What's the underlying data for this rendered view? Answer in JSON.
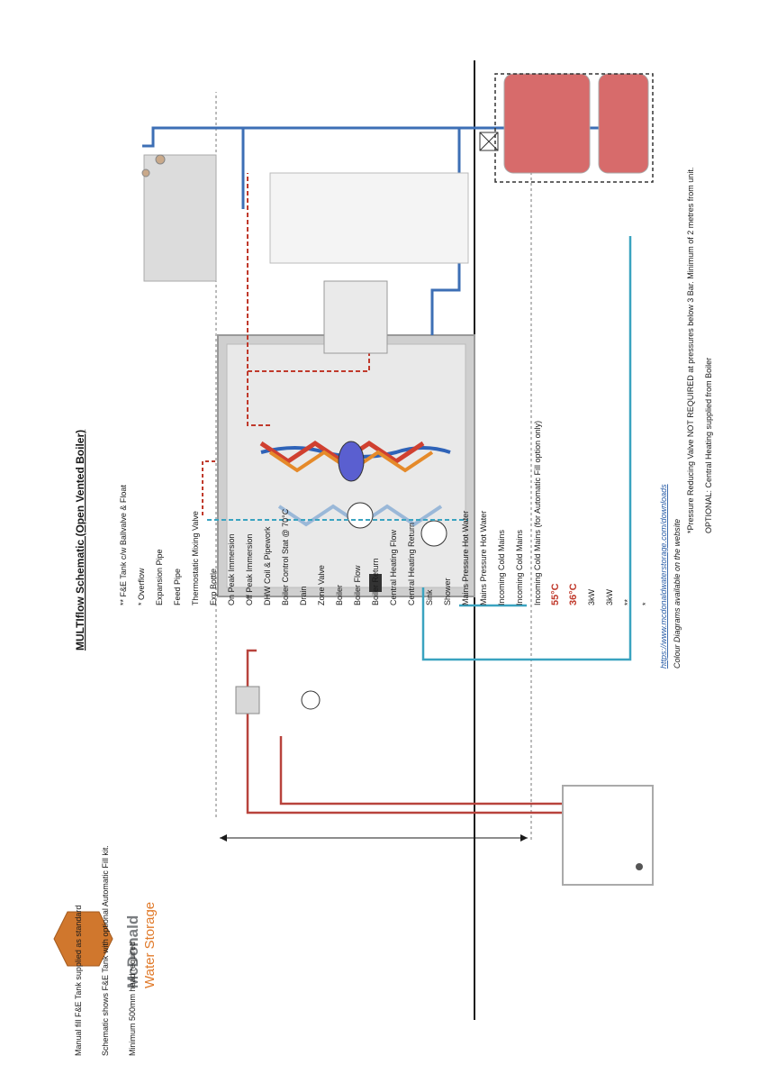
{
  "title": "MULTIflow Schematic (Open Vented Boiler)",
  "logo": {
    "name": "McDonald",
    "sub": "Water Storage"
  },
  "notes": {
    "manual_fill": "Manual fill F&E Tank supplied as standard",
    "schematic_shows": "Schematic shows F&E Tank with optional Automatic Fill kit.",
    "min_head": "Minimum 500mm head required",
    "prv": "*Pressure Reducing Valve NOT REQUIRED at pressures below 3 Bar. Minimum of 2 metres from unit.",
    "optional_ch": "OPTIONAL: Central Heating supplied from Boiler",
    "colour": "Colour Diagrams available on the website",
    "url": "https://www.mcdonaldwaterstorage.com/downloads"
  },
  "labels": {
    "fe_tank": "** F&E Tank c/w Ballvalve & Float",
    "overflow": "* Overflow",
    "expansion_pipe": "Expansion Pipe",
    "feed_pipe": "Feed Pipe",
    "thermo_valve": "Thermostatic Mixing Valve",
    "exp_bottle": "Exp Bottle",
    "on_peak": "On Peak Immersion",
    "off_peak": "Off Peak Immersion",
    "dhw_coil": "DHW Coil & Pipework",
    "boiler_stat": "Boiler Control Stat @ 70°C",
    "drain": "Drain",
    "zone_valve": "Zone Valve",
    "boiler": "Boiler",
    "boiler_flow": "Boiler Flow",
    "boiler_return": "Boiler Return",
    "ch_flow": "Central Heating Flow",
    "ch_return": "Central Heating Return",
    "sink": "Sink",
    "shower": "Shower",
    "mains_hw_1": "Mains Pressure Hot Water",
    "mains_hw_2": "Mains Pressure Hot Water",
    "incoming_cold_1": "Incoming Cold Mains",
    "incoming_cold_2": "Incoming Cold Mains",
    "incoming_cold_auto": "Incoming Cold Mains (for Automatic Fill option only)",
    "temp_55": "55°C",
    "temp_36": "36°C",
    "kw_1": "3kW",
    "kw_2": "3kW",
    "star2": "**",
    "star1": "*"
  },
  "colors": {
    "hot": "#b8433c",
    "cold_blue": "#3d6fb5",
    "teal": "#3aa3c0",
    "grey": "#c9c9c9"
  }
}
